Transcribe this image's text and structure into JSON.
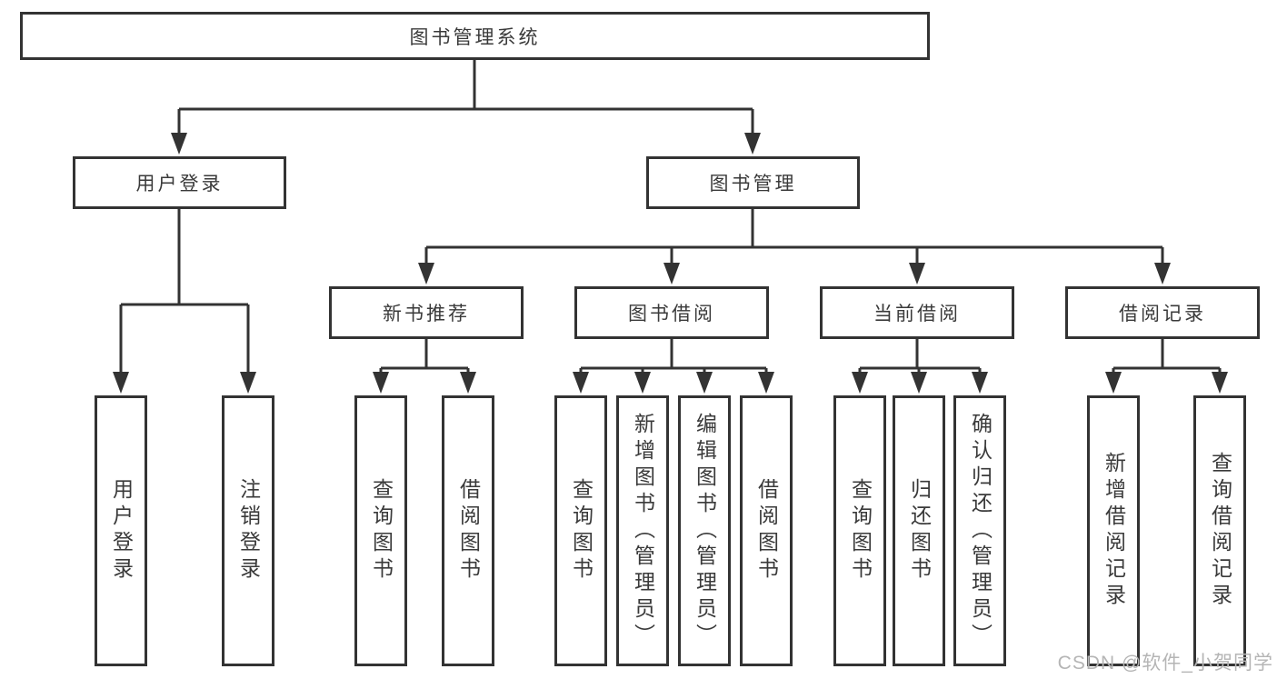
{
  "diagram_title": "图书管理系统",
  "colors": {
    "line": "#333333",
    "box_border": "#333333",
    "text": "#3a3a3a",
    "background": "#ffffff",
    "watermark": "#b5b5b5"
  },
  "tree": {
    "root": {
      "label": "图书管理系统"
    },
    "branches": [
      {
        "label": "用户登录",
        "children": [
          {
            "label": "用户登录"
          },
          {
            "label": "注销登录"
          }
        ]
      },
      {
        "label": "图书管理",
        "children": [
          {
            "label": "新书推荐",
            "children": [
              {
                "label": "查询图书"
              },
              {
                "label": "借阅图书"
              }
            ]
          },
          {
            "label": "图书借阅",
            "children": [
              {
                "label": "查询图书"
              },
              {
                "label": "新增图书（管理员）"
              },
              {
                "label": "编辑图书（管理员）"
              },
              {
                "label": "借阅图书"
              }
            ]
          },
          {
            "label": "当前借阅",
            "children": [
              {
                "label": "查询图书"
              },
              {
                "label": "归还图书"
              },
              {
                "label": "确认归还（管理员）"
              }
            ]
          },
          {
            "label": "借阅记录",
            "children": [
              {
                "label": "新增借阅记录"
              },
              {
                "label": "查询借阅记录"
              }
            ]
          }
        ]
      }
    ]
  },
  "watermark": "CSDN @软件_小贺同学"
}
